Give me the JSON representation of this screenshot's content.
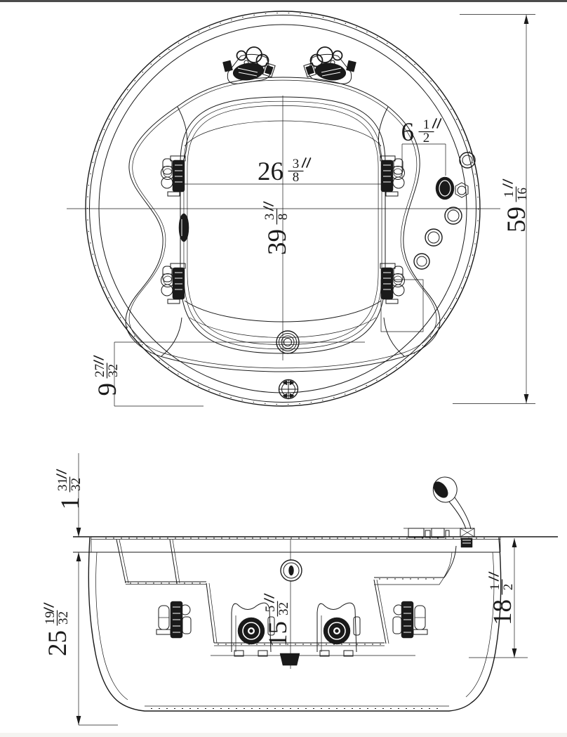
{
  "page": {
    "background": "#ffffff",
    "line_color": "#1a1a1a",
    "top_bar_color": "#4b4b4b",
    "bottom_strip_color": "#f4f4f1"
  },
  "drawing": {
    "subject": "round whirlpool bathtub, top plan view and side elevation",
    "unit_mark": "″"
  },
  "dimensions": {
    "top_view": {
      "overall_diameter": {
        "whole": "59",
        "num": "1",
        "den": "16",
        "unit": "″"
      },
      "basin_width": {
        "whole": "26",
        "num": "3",
        "den": "8",
        "unit": "″"
      },
      "basin_length": {
        "whole": "39",
        "num": "3",
        "den": "8",
        "unit": "″"
      },
      "control_offset": {
        "whole": "6",
        "num": "1",
        "den": "2",
        "unit": "″"
      },
      "drain_offset": {
        "whole": "9",
        "num": "27",
        "den": "32",
        "unit": "″"
      }
    },
    "side_view": {
      "rim_thickness": {
        "whole": "1",
        "num": "31",
        "den": "32",
        "unit": "″"
      },
      "overall_height": {
        "whole": "25",
        "num": "19",
        "den": "32",
        "unit": "″"
      },
      "basin_depth": {
        "whole": "15",
        "num": "5",
        "den": "32",
        "unit": "″"
      },
      "wall_height": {
        "whole": "18",
        "num": "1",
        "den": "2",
        "unit": "″"
      }
    }
  }
}
